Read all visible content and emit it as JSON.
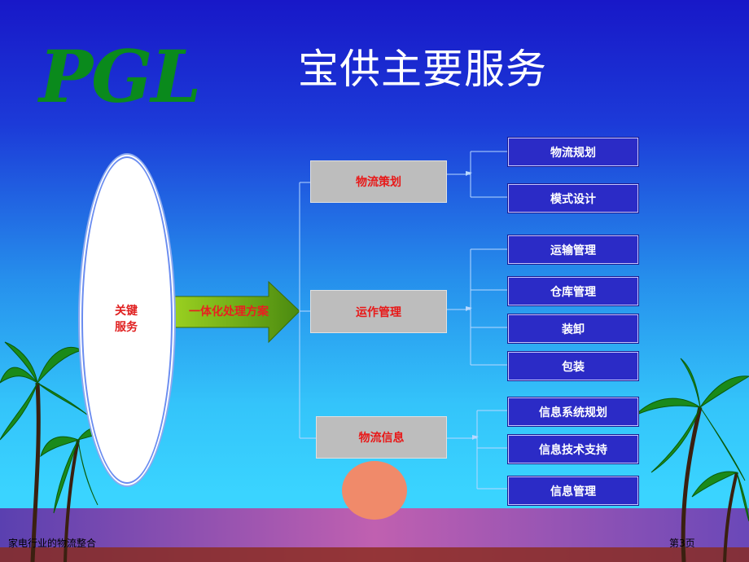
{
  "slide": {
    "logo": "PGL",
    "title": "宝供主要服务",
    "key_service": [
      "关键",
      "服务"
    ],
    "integrated_solution": "一体化处理方案",
    "categories": [
      {
        "label": "物流策划",
        "items": [
          "物流规划",
          "模式设计"
        ]
      },
      {
        "label": "运作管理",
        "items": [
          "运输管理",
          "仓库管理",
          "装卸",
          "包装"
        ]
      },
      {
        "label": "物流信息",
        "items": [
          "信息系统规划",
          "信息技术支持",
          "信息管理"
        ]
      }
    ],
    "footer": {
      "left": "家电行业的物流整合",
      "right": "第3页"
    }
  },
  "colors": {
    "logo": "#0a8a1c",
    "category_box": "#bdbdbd",
    "category_text": "#e81818",
    "item_box": "#2b2bc6",
    "arrow": "#78b010",
    "sun": "#f08a6a"
  }
}
